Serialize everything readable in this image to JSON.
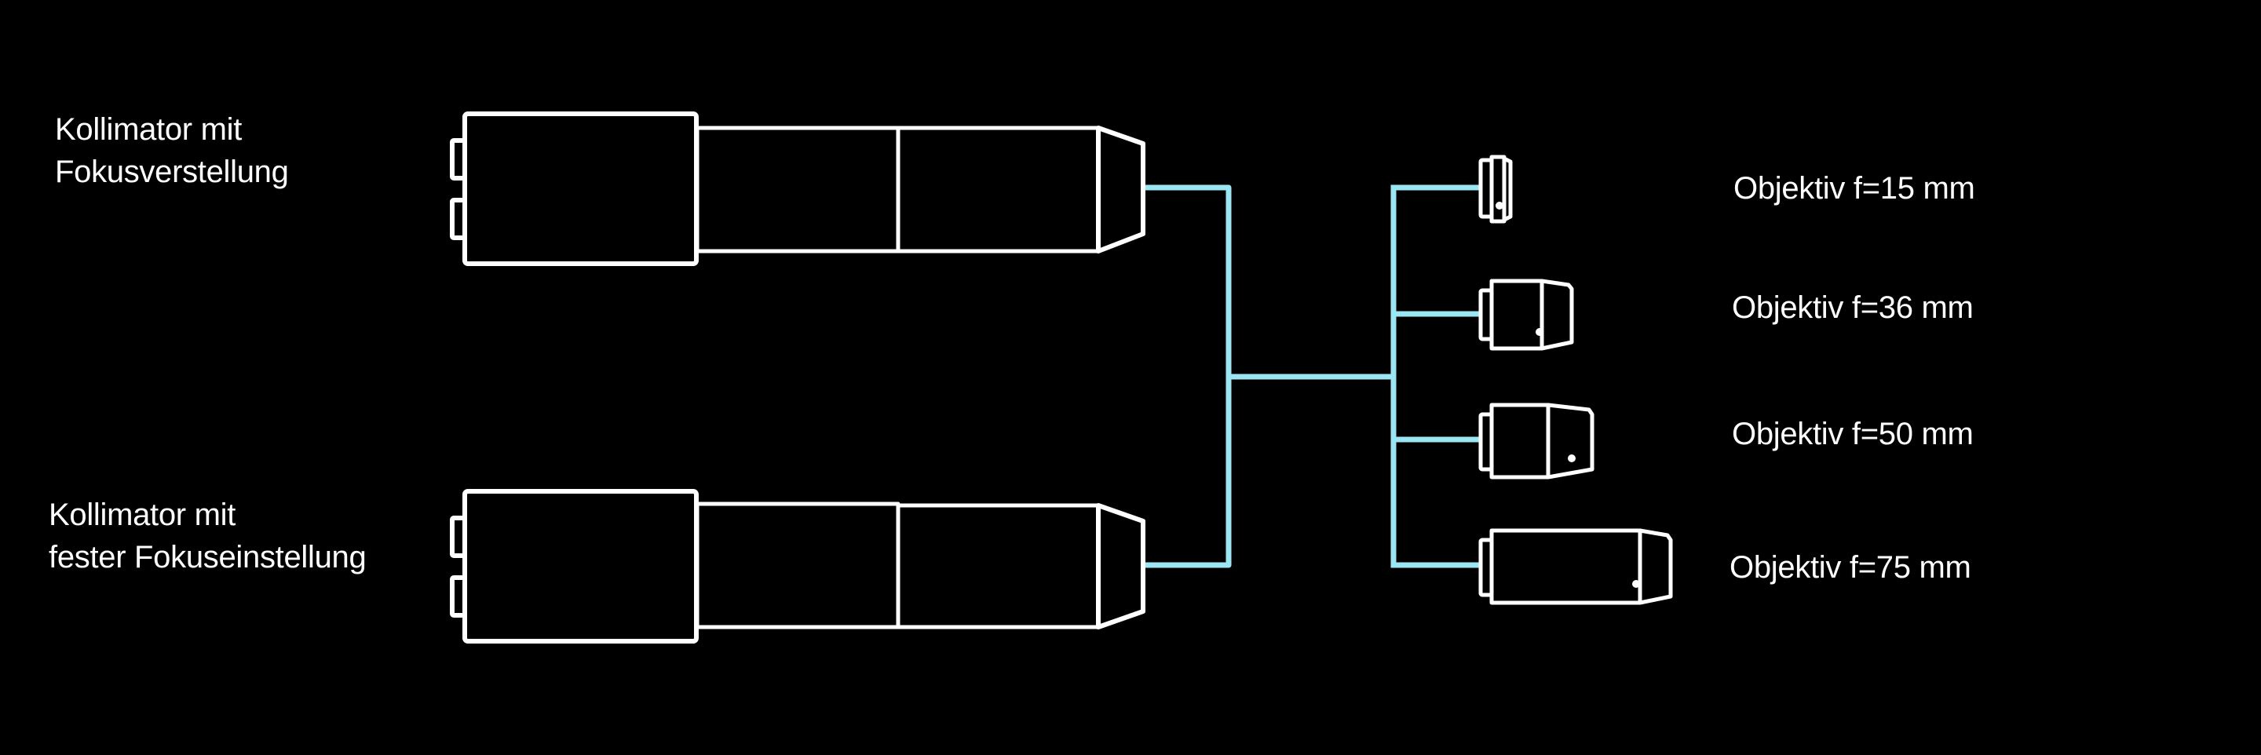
{
  "title": "Kollimator-Objektiv-Kombinationen",
  "colors": {
    "background": "#000000",
    "outline": "#ffffff",
    "connector": "#9be6f2",
    "text": "#ffffff"
  },
  "collimators": [
    {
      "id": "adjustable",
      "label_lines": [
        "Kollimator mit",
        "Fokusverstellung"
      ],
      "icon": "collimator-icon"
    },
    {
      "id": "fixed",
      "label_lines": [
        "Kollimator mit",
        "fester Fokuseinstellung"
      ],
      "icon": "collimator-icon"
    }
  ],
  "lenses": [
    {
      "label": "Objektiv f=15 mm",
      "focal_length_mm": 15,
      "icon": "lens-icon"
    },
    {
      "label": "Objektiv f=36 mm",
      "focal_length_mm": 36,
      "icon": "lens-icon"
    },
    {
      "label": "Objektiv f=50 mm",
      "focal_length_mm": 50,
      "icon": "lens-icon"
    },
    {
      "label": "Objektiv f=75 mm",
      "focal_length_mm": 75,
      "icon": "lens-icon"
    }
  ],
  "connections": {
    "from": [
      "adjustable",
      "fixed"
    ],
    "to": [
      "Objektiv f=15 mm",
      "Objektiv f=36 mm",
      "Objektiv f=50 mm",
      "Objektiv f=75 mm"
    ],
    "relation": "any collimator combines with any lens"
  }
}
